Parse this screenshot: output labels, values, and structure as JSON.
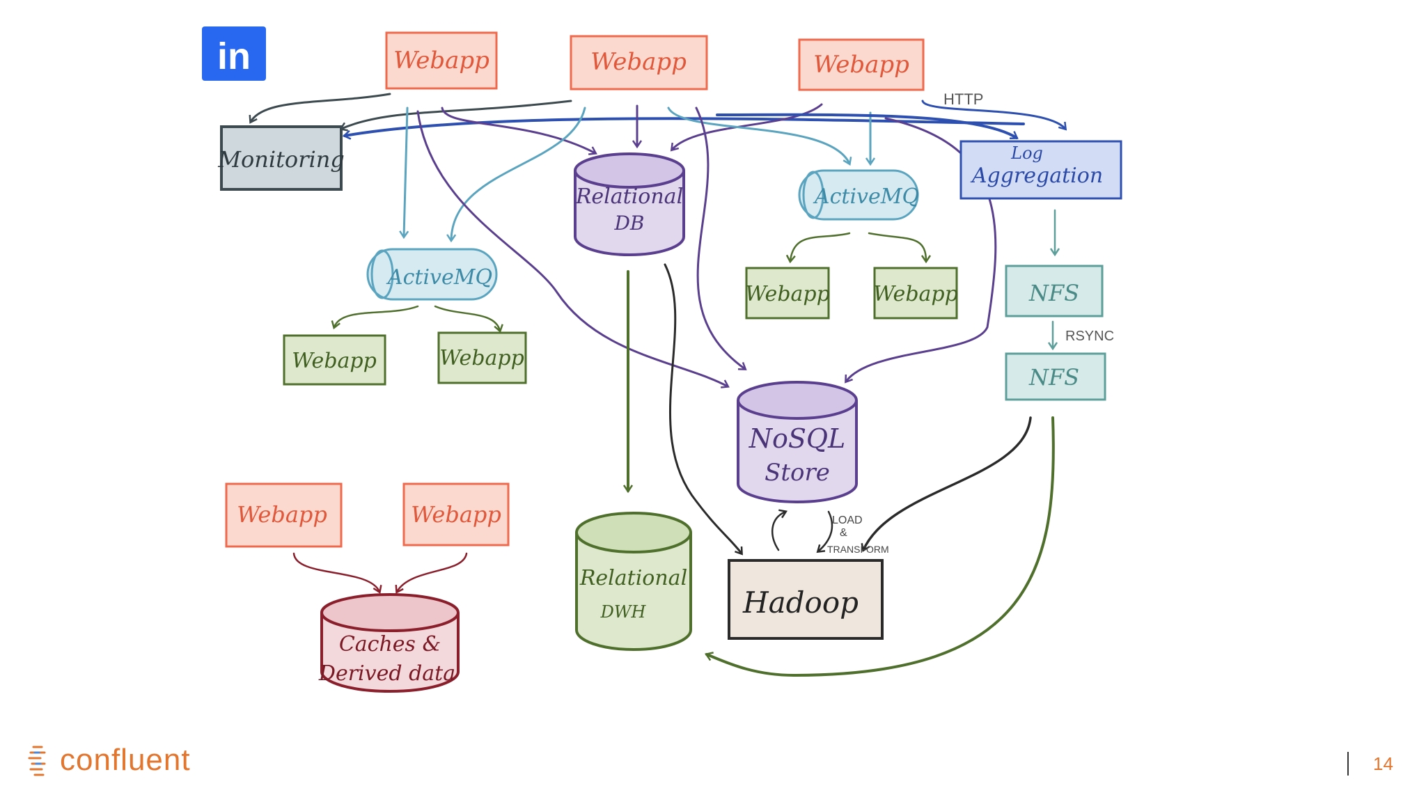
{
  "brand_icon": {
    "text": "in",
    "color": "#2867f0"
  },
  "nodes": {
    "webapp_top1": "Webapp",
    "webapp_top2": "Webapp",
    "webapp_top3": "Webapp",
    "monitoring": "Monitoring",
    "relational_db_line1": "Relational",
    "relational_db_line2": "DB",
    "activemq_right": "ActiveMQ",
    "log_aggregation_line1": "Log",
    "log_aggregation_line2": "Aggregation",
    "activemq_left": "ActiveMQ",
    "webapp_mq_right1": "Webapp",
    "webapp_mq_right2": "Webapp",
    "webapp_mq_left1": "Webapp",
    "webapp_mq_left2": "Webapp",
    "nfs_1": "NFS",
    "nfs_2": "NFS",
    "nosql_line1": "NoSQL",
    "nosql_line2": "Store",
    "webapp_bottom1": "Webapp",
    "webapp_bottom2": "Webapp",
    "relational_dwh_line1": "Relational",
    "relational_dwh_line2": "DWH",
    "hadoop": "Hadoop",
    "caches_line1": "Caches &",
    "caches_line2": "Derived data"
  },
  "edge_labels": {
    "http": "HTTP",
    "rsync": "RSYNC",
    "load": "LOAD",
    "amp": "&",
    "transform": "TRANSFORM"
  },
  "footer": {
    "logo_text": "confluent",
    "page_number": "14"
  },
  "colors": {
    "webapp": "#ef6a4c",
    "webapp_fill": "#fbd9cf",
    "monitoring": "#3c4a4f",
    "purple": "#5b3f8f",
    "teal": "#5aa4bf",
    "blue": "#2c4fb0",
    "green": "#4f6f2c",
    "mint": "#5c9e9a",
    "crimson": "#8a1f2b",
    "hadoop": "#2a2a2a",
    "accent": "#e2762f"
  }
}
